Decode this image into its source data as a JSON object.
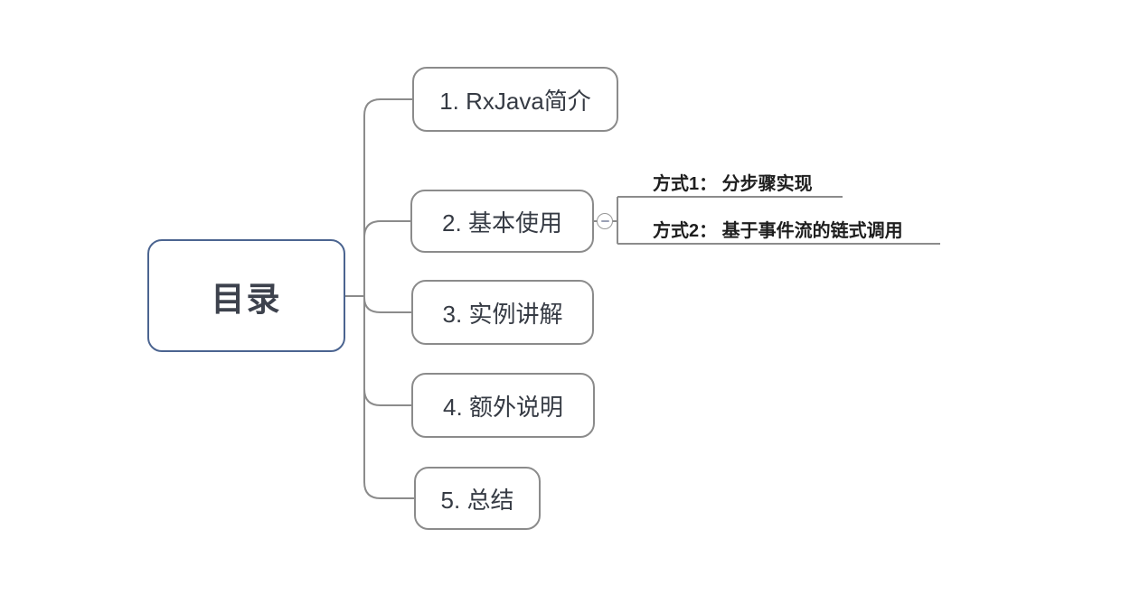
{
  "diagram": {
    "type": "mindmap",
    "root": {
      "label": "目录"
    },
    "nodes": [
      {
        "id": 1,
        "label": "1. RxJava简介"
      },
      {
        "id": 2,
        "label": "2. 基本使用",
        "collapsed": false,
        "children": [
          "方式1： 分步骤实现",
          "方式2： 基于事件流的链式调用"
        ]
      },
      {
        "id": 3,
        "label": "3. 实例讲解"
      },
      {
        "id": 4,
        "label": "4. 额外说明"
      },
      {
        "id": 5,
        "label": "5. 总结"
      }
    ],
    "subtopics": [
      {
        "label": "方式1： 分步骤实现"
      },
      {
        "label": "方式2： 基于事件流的链式调用"
      }
    ],
    "collapse_button": {
      "state": "expanded",
      "symbol": "−"
    },
    "colors": {
      "background": "#FFFFFF",
      "root_border": "#4B6490",
      "node_border": "#8B8B8B",
      "connector": "#8B8B8B",
      "node_text": "#363B44",
      "root_text": "#3D424D",
      "subtopic_text": "#1E1E1E"
    }
  }
}
